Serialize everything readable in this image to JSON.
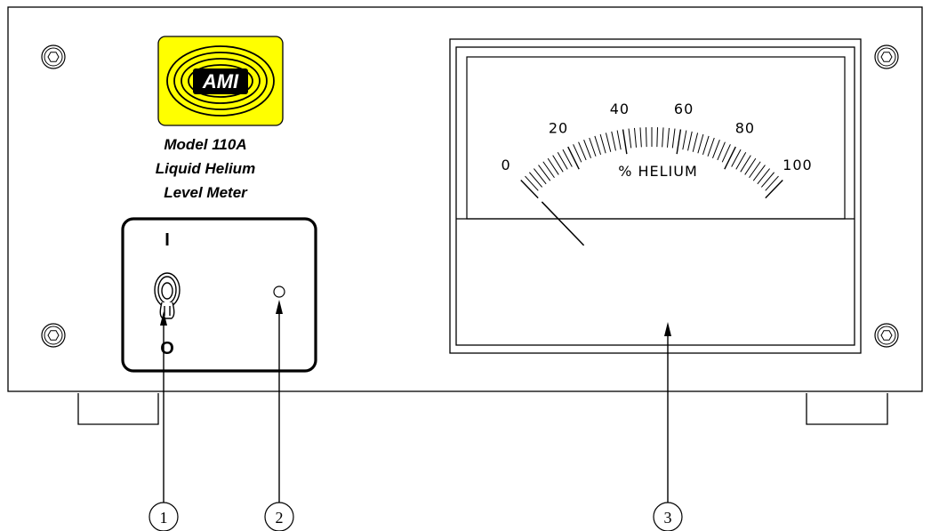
{
  "logo": {
    "text": "AMI",
    "color_bg": "#ffff00"
  },
  "model": {
    "line1": "Model 110A",
    "line2": "Liquid Helium",
    "line3": "Level Meter"
  },
  "switch": {
    "on_label": "I",
    "off_label": "O"
  },
  "meter": {
    "scale_labels": [
      "0",
      "20",
      "40",
      "60",
      "80",
      "100"
    ],
    "unit_label": "% HELIUM",
    "needle_value": 0
  },
  "callouts": [
    "1",
    "2",
    "3"
  ],
  "icons": {
    "screws": "hex-screw-icon",
    "toggle": "toggle-switch-icon",
    "led": "indicator-led-icon"
  }
}
